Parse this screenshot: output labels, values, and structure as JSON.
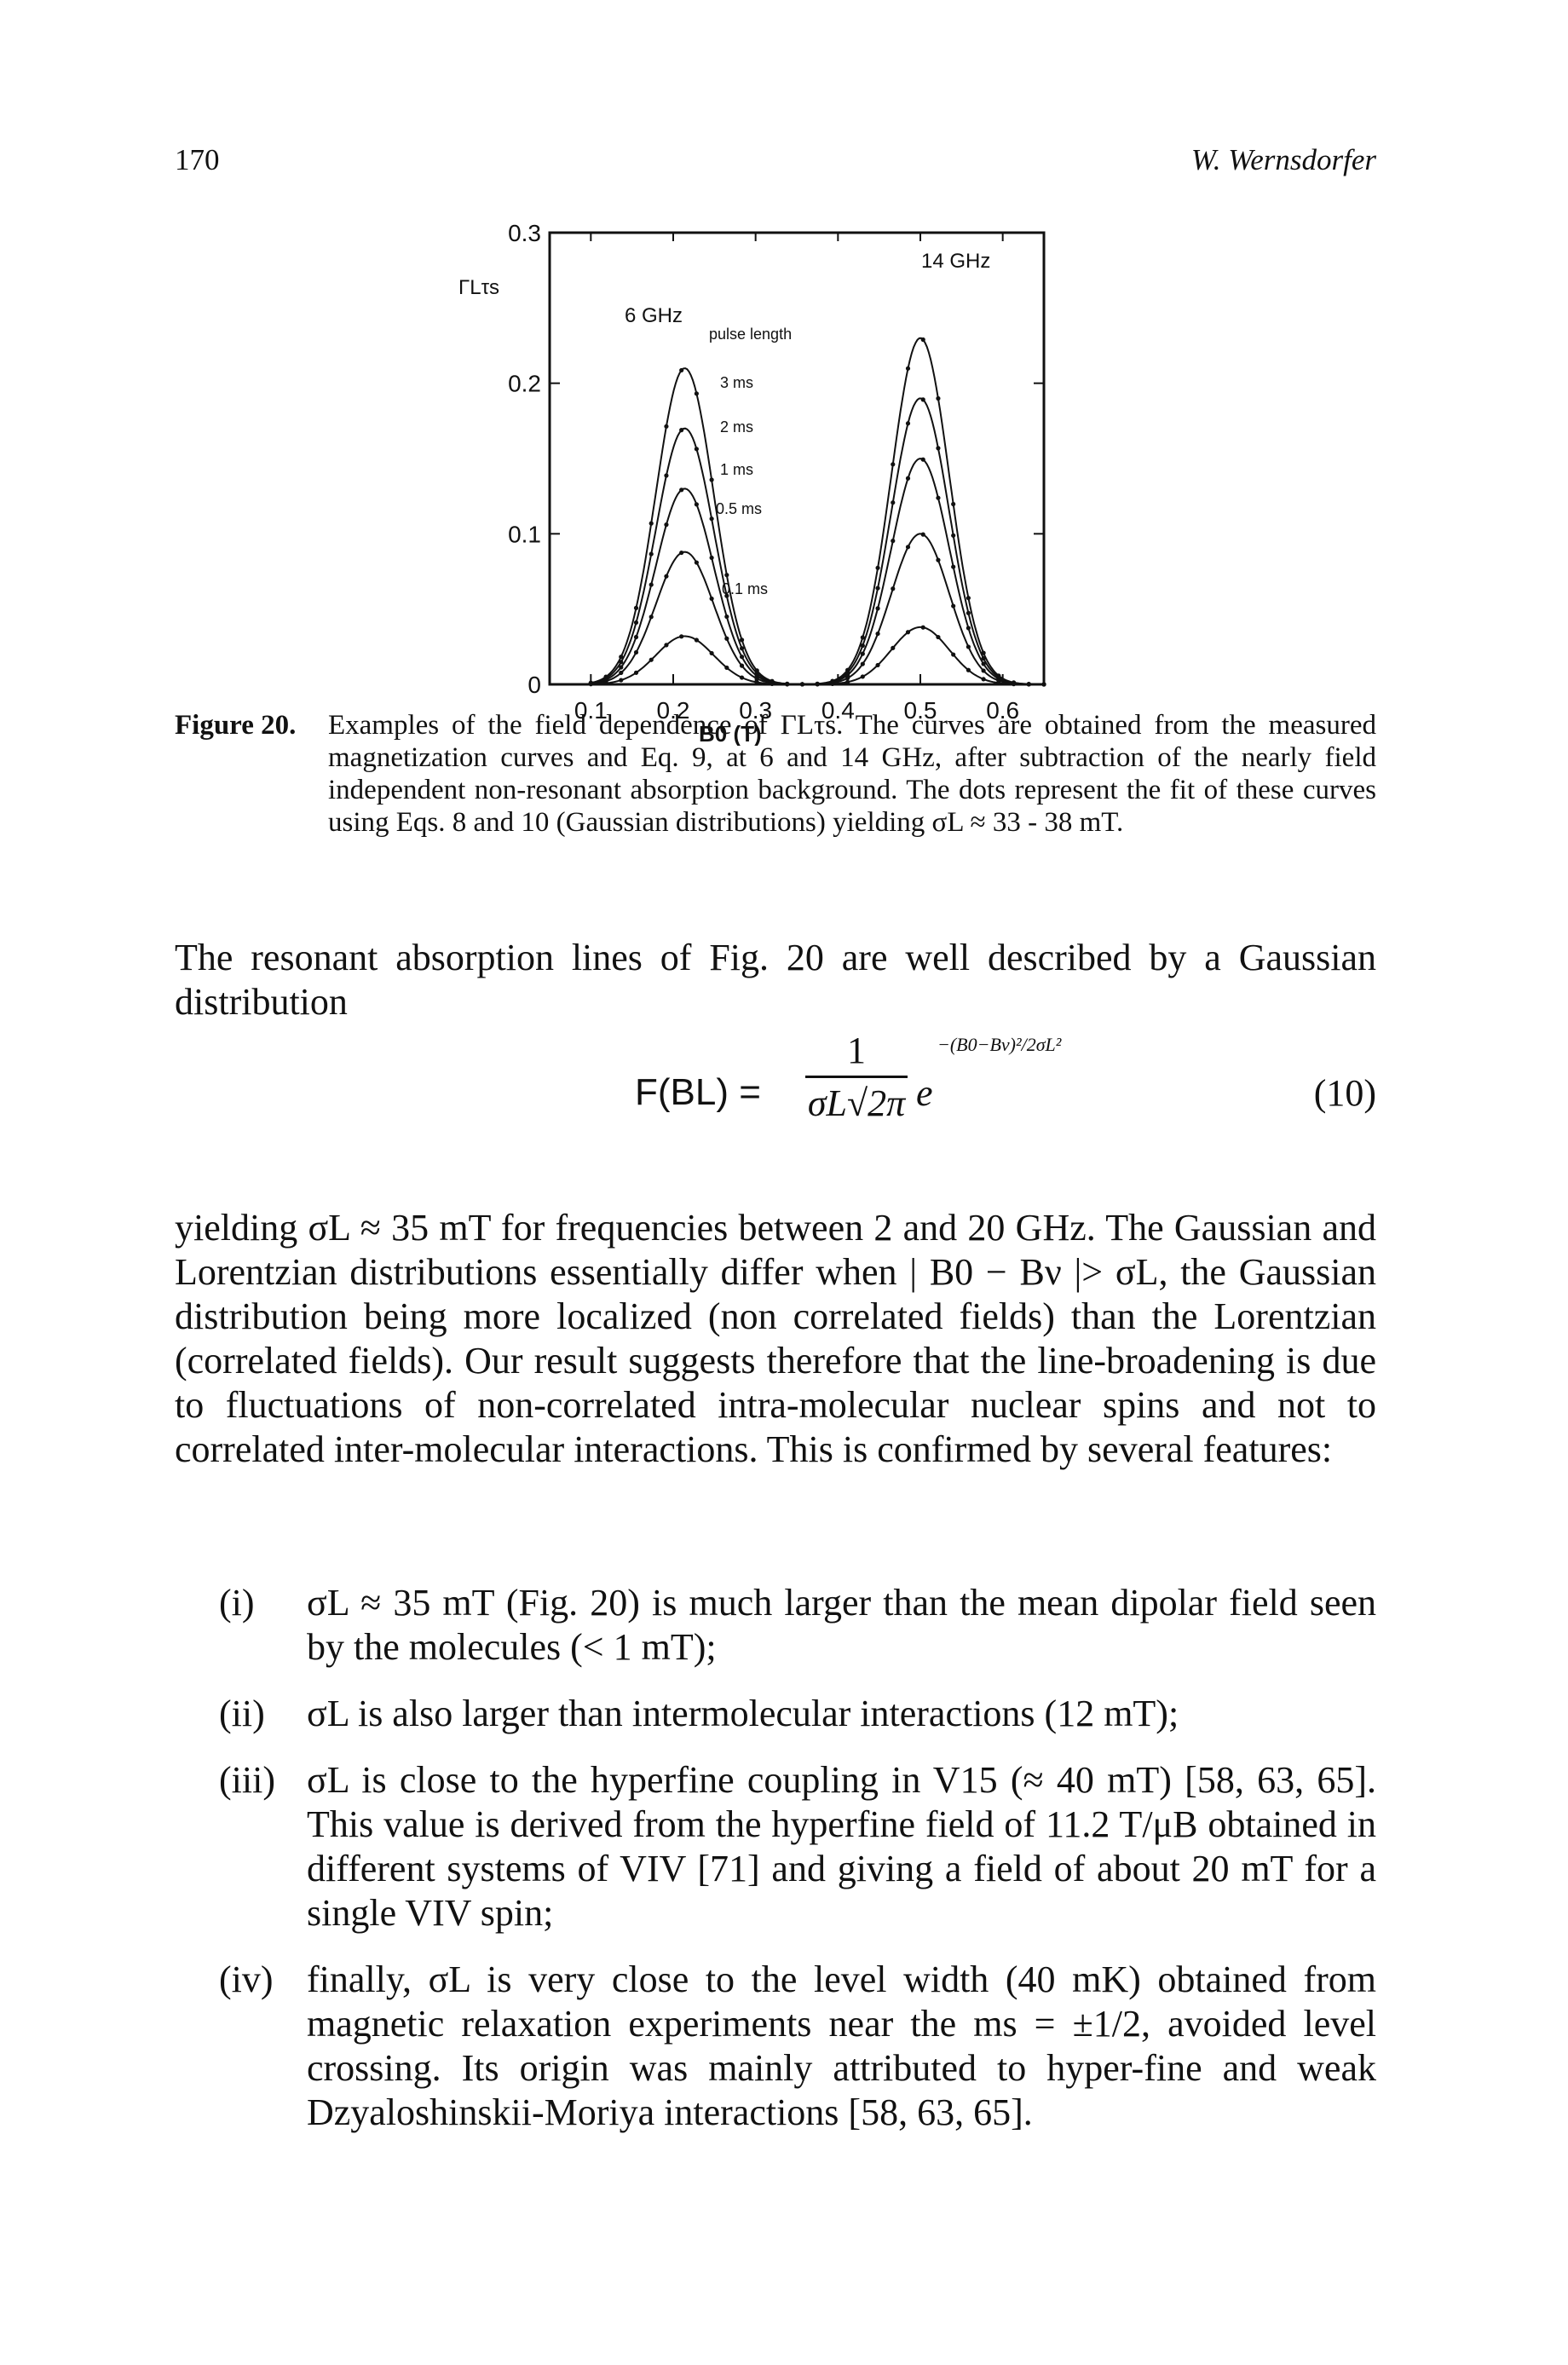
{
  "header": {
    "page_number": "170",
    "running_head": "W. Wernsdorfer"
  },
  "figure": {
    "annotations": {
      "left_peak": "6 GHz",
      "right_peak": "14 GHz",
      "pulse_title": "pulse length",
      "pulses": [
        "3 ms",
        "2 ms",
        "1 ms",
        "0.5 ms",
        "0.1 ms"
      ]
    }
  },
  "chart_data": {
    "type": "line",
    "ylabel": "ΓLτs",
    "xlabel": "B0 (T)",
    "xlim": [
      0.05,
      0.65
    ],
    "ylim": [
      0,
      0.3
    ],
    "x_ticks": [
      "0.1",
      "0.2",
      "0.3",
      "0.4",
      "0.5",
      "0.6"
    ],
    "y_ticks": [
      "0",
      "0.1",
      "0.2",
      "0.3"
    ],
    "grid": false,
    "peak_sigma_T": 0.035,
    "peak_centers_T": [
      0.214,
      0.5
    ],
    "series": [
      {
        "name": "3 ms",
        "peak_heights": [
          0.21,
          0.23
        ]
      },
      {
        "name": "2 ms",
        "peak_heights": [
          0.17,
          0.19
        ]
      },
      {
        "name": "1 ms",
        "peak_heights": [
          0.13,
          0.15
        ]
      },
      {
        "name": "0.5 ms",
        "peak_heights": [
          0.088,
          0.1
        ]
      },
      {
        "name": "0.1 ms",
        "peak_heights": [
          0.032,
          0.038
        ]
      }
    ]
  },
  "caption": {
    "label": "Figure 20.",
    "text": "Examples of the field dependence of ΓLτs. The curves are obtained from the measured magnetization curves and Eq. 9, at 6 and 14 GHz, after subtraction of the nearly field independent non-resonant absorption background. The dots represent the fit of these curves using Eqs. 8 and 10 (Gaussian distributions) yielding σL ≈ 33 - 38 mT."
  },
  "paragraphs": {
    "intro": "The resonant absorption lines of Fig. 20 are well described by a Gaussian distribution",
    "main": "yielding σL ≈ 35 mT for frequencies between 2 and 20 GHz. The Gaussian and Lorentzian distributions essentially differ when | B0 − Bν |> σL, the Gaussian distribution being more localized (non correlated fields) than the Lorentzian (correlated fields). Our result suggests therefore that the line-broadening is due to fluctuations of non-correlated intra-molecular nuclear spins and not to correlated inter-molecular interactions. This is confirmed by several features:"
  },
  "equation": {
    "lhs": "F(BL) =",
    "numerator": "1",
    "denominator": "σL√2π",
    "base": "e",
    "exponent": "−(B0−Bν)²/2σL²",
    "number": "(10)"
  },
  "list": [
    {
      "marker": "(i)",
      "text": "σL ≈ 35 mT (Fig. 20) is much larger than the mean dipolar field seen by the molecules (< 1 mT);"
    },
    {
      "marker": "(ii)",
      "text": "σL is also larger than intermolecular interactions (12 mT);"
    },
    {
      "marker": "(iii)",
      "text": "σL is close to the hyperfine coupling in V15 (≈ 40 mT) [58, 63, 65]. This value is derived from the hyperfine field of 11.2 T/μB obtained in different systems of VIV [71] and giving a field of about 20 mT for a single VIV spin;"
    },
    {
      "marker": "(iv)",
      "text": "finally, σL is very close to the level width (40 mK) obtained from magnetic relaxation experiments near the ms = ±1/2, avoided level crossing. Its origin was mainly attributed to hyper-fine and weak Dzyaloshinskii-Moriya interactions [58, 63, 65]."
    }
  ]
}
